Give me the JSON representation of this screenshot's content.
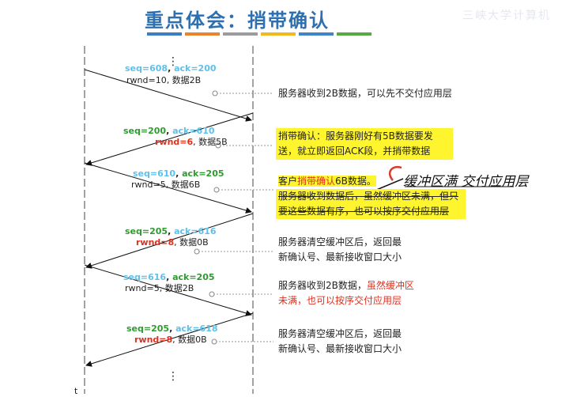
{
  "title": "重点体会：捎带确认",
  "watermark": "三峡大学计算机",
  "colors": {
    "bar1": "#3a7fc1",
    "bar2": "#e8842c",
    "bar3": "#9c9c9c",
    "bar4": "#f3b91c",
    "bar5": "#3e86c8",
    "bar6": "#5aa843",
    "seq": "#5ec0ea",
    "green": "#2e9b2e",
    "red": "#e0301e"
  },
  "time_axis": {
    "left_label": "t",
    "dots": "⋮"
  },
  "segments": [
    {
      "l1a": "seq=608",
      "l1b": "ack=200",
      "l2a": "rwnd=10",
      "l2b": "数据2B"
    },
    {
      "l1a": "seq=200",
      "l1b": "ack=610",
      "l2a": "rwnd=6",
      "l2b": "数据5B"
    },
    {
      "l1a": "seq=610",
      "l1b": "ack=205",
      "l2a": "rwnd=5",
      "l2b": "数据6B"
    },
    {
      "l1a": "seq=205",
      "l1b": "ack=616",
      "l2a": "rwnd=8",
      "l2b": "数据0B"
    },
    {
      "l1a": "seq=616",
      "l1b": "ack=205",
      "l2a": "rwnd=5",
      "l2b": "数据2B"
    },
    {
      "l1a": "seq=205",
      "l1b": "ack=618",
      "l2a": "rwnd=8",
      "l2b": "数据0B"
    }
  ],
  "notes": {
    "n1": "服务器收到2B数据，可以先不交付应用层",
    "n2_line1": "捎带确认：服务器刚好有5B数据要发",
    "n2_line2": "送，就立即返回ACK段，并捎带数据",
    "n3_a": "客户",
    "n3_b": "捎带确认",
    "n3_c": "6B数据。",
    "n3_line2": "服务器收到数据后，虽然缓冲区未满，但只",
    "n3_line3": "要这些数据有序，也可以按序交付应用层",
    "n4_line1": "服务器清空缓冲区后，返回最",
    "n4_line2": "新确认号、最新接收窗口大小",
    "n5_a": "服务器收到2B数据，",
    "n5_b": "虽然缓冲区",
    "n5_line2": "未满，也可以按序交付应用层",
    "n6_line1": "服务器清空缓冲区后，返回最",
    "n6_line2": "新确认号、最新接收窗口大小"
  },
  "handwriting": "缓冲区满 交付应用层"
}
